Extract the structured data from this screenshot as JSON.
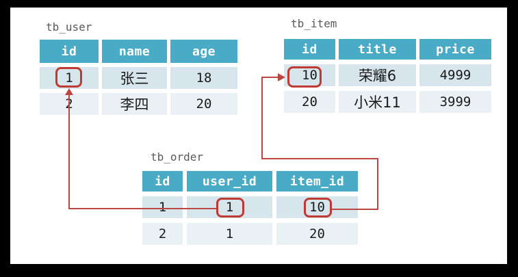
{
  "colors": {
    "frame_background": "#000000",
    "canvas_background": "#ffffff",
    "header_bg": "#4aabc6",
    "row_band_1": "#d7e5ec",
    "row_band_2": "#eaf1f5",
    "header_text": "#ffffff",
    "cell_text": "#1a1a1a",
    "label_text": "#595959",
    "highlight_box": "#bf3a33",
    "relation_line": "#bb4540"
  },
  "tables": [
    {
      "name": "tb_user",
      "columns": [
        "id",
        "name",
        "age"
      ],
      "rows": [
        [
          "1",
          "张三",
          "18"
        ],
        [
          "2",
          "李四",
          "20"
        ]
      ]
    },
    {
      "name": "tb_item",
      "columns": [
        "id",
        "title",
        "price"
      ],
      "rows": [
        [
          "10",
          "荣耀6",
          "4999"
        ],
        [
          "20",
          "小米11",
          "3999"
        ]
      ]
    },
    {
      "name": "tb_order",
      "columns": [
        "id",
        "user_id",
        "item_id"
      ],
      "rows": [
        [
          "1",
          "1",
          "10"
        ],
        [
          "2",
          "1",
          "20"
        ]
      ]
    }
  ],
  "highlighted_cells": [
    {
      "table": "tb_user",
      "column": "id",
      "row": 0,
      "value": "1"
    },
    {
      "table": "tb_item",
      "column": "id",
      "row": 0,
      "value": "10"
    },
    {
      "table": "tb_order",
      "column": "user_id",
      "row": 0,
      "value": "1"
    },
    {
      "table": "tb_order",
      "column": "item_id",
      "row": 0,
      "value": "10"
    }
  ],
  "relations": [
    {
      "from_table": "tb_order",
      "from_column": "user_id",
      "from_value": "1",
      "to_table": "tb_user",
      "to_column": "id",
      "to_value": "1"
    },
    {
      "from_table": "tb_order",
      "from_column": "item_id",
      "from_value": "10",
      "to_table": "tb_item",
      "to_column": "id",
      "to_value": "10"
    }
  ]
}
